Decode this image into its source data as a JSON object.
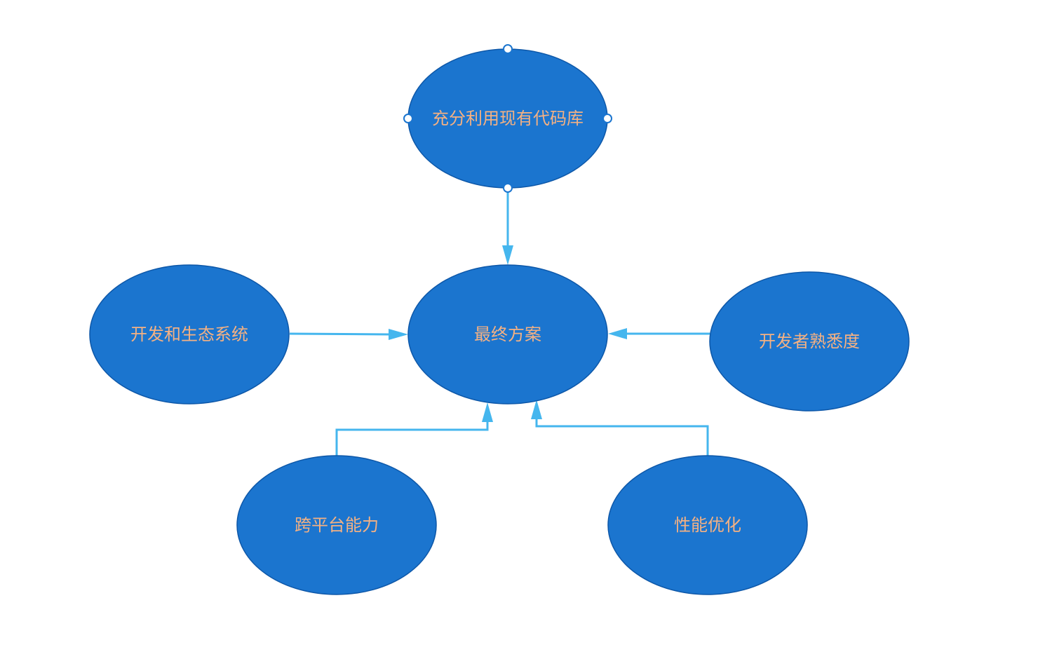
{
  "diagram": {
    "nodes": {
      "code_reuse": {
        "label": "充分利用现有代码库"
      },
      "final": {
        "label": "最终方案"
      },
      "ecosystem": {
        "label": "开发和生态系统"
      },
      "familiarity": {
        "label": "开发者熟悉度"
      },
      "cross_platform": {
        "label": "跨平台能力"
      },
      "performance": {
        "label": "性能优化"
      }
    },
    "edges": [
      {
        "from": "code_reuse",
        "to": "final"
      },
      {
        "from": "ecosystem",
        "to": "final"
      },
      {
        "from": "familiarity",
        "to": "final"
      },
      {
        "from": "cross_platform",
        "to": "final"
      },
      {
        "from": "performance",
        "to": "final"
      }
    ],
    "selected_node": "code_reuse",
    "colors": {
      "node_fill": "#1b75cf",
      "node_stroke": "#0d57a8",
      "label": "#f4b183",
      "edge": "#45b6ee"
    }
  }
}
